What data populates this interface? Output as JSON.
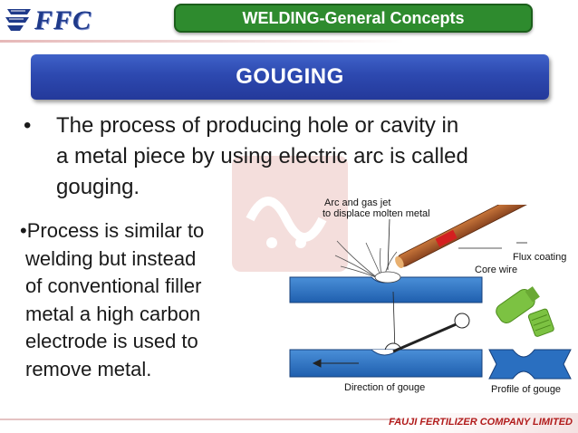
{
  "header": {
    "logo_text": "FFC",
    "section_title": "WELDING-General Concepts"
  },
  "slide": {
    "title": "GOUGING",
    "bullet1_marker": "•",
    "bullet1_lines": [
      "The process of producing hole or cavity in",
      "a metal piece by using electric arc is called",
      "gouging."
    ],
    "bullet2_lines": [
      "•Process is similar to",
      "welding but instead",
      "of conventional filler",
      "metal a high carbon",
      "electrode is used to",
      "remove metal."
    ]
  },
  "diagram": {
    "label_arc_line1": "Arc and gas jet",
    "label_arc_line2": "to displace molten metal",
    "label_flux": "Flux coating",
    "label_core": "Core wire",
    "label_direction": "Direction of gouge",
    "label_profile": "Profile of gouge"
  },
  "footer": {
    "company": "FAUJI FERTILIZER COMPANY LIMITED"
  },
  "colors": {
    "header_green": "#2e8b2e",
    "title_blue": "#2d49b0",
    "metal_blue": "#2a6fc0",
    "electrode_brown": "#a0522d",
    "holder_green": "#7cc242",
    "footer_red": "#b11b1b"
  }
}
